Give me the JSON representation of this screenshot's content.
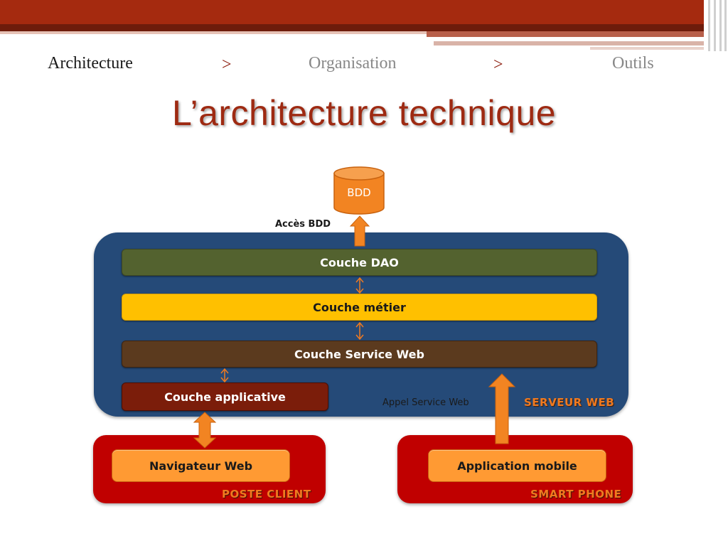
{
  "breadcrumb": {
    "step1": "Architecture",
    "sep1": ">",
    "step2": "Organisation",
    "sep2": ">",
    "step3": "Outils"
  },
  "title": "L’architecture technique",
  "diagram": {
    "database": "BDD",
    "db_access_label": "Accès BDD",
    "layers": {
      "dao": "Couche DAO",
      "metier": "Couche métier",
      "service_web": "Couche Service Web",
      "applicative": "Couche applicative"
    },
    "service_call_label": "Appel Service Web",
    "zones": {
      "server": "SERVEUR WEB",
      "client": "POSTE CLIENT",
      "phone": "SMART PHONE"
    },
    "clients": {
      "browser": "Navigateur Web",
      "mobile": "Application mobile"
    },
    "colors": {
      "title": "#9e2a12",
      "server_bg": "#254a78",
      "dao": "#53622f",
      "metier": "#ffc000",
      "service_web": "#5b3a1e",
      "applicative": "#7b1d0a",
      "client_zone": "#c00000",
      "accent_orange": "#f07a20"
    }
  }
}
